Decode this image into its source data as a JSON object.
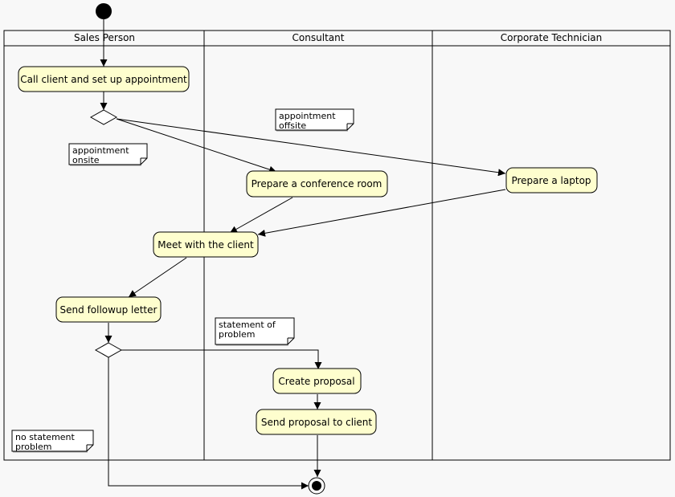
{
  "diagram": {
    "lanes": [
      {
        "id": "sales",
        "title": "Sales Person"
      },
      {
        "id": "consultant",
        "title": "Consultant"
      },
      {
        "id": "tech",
        "title": "Corporate Technician"
      }
    ],
    "activities": [
      {
        "id": "call",
        "label": "Call client and set up appointment"
      },
      {
        "id": "conf",
        "label": "Prepare a conference room"
      },
      {
        "id": "laptop",
        "label": "Prepare a laptop"
      },
      {
        "id": "meet",
        "label": "Meet with the client"
      },
      {
        "id": "followup",
        "label": "Send followup letter"
      },
      {
        "id": "proposal",
        "label": "Create proposal"
      },
      {
        "id": "send",
        "label": "Send proposal to client"
      }
    ],
    "notes": [
      {
        "id": "onsite",
        "lines": [
          "appointment",
          "onsite"
        ]
      },
      {
        "id": "offsite",
        "lines": [
          "appointment",
          "offsite"
        ]
      },
      {
        "id": "statement",
        "lines": [
          "statement of",
          "problem"
        ]
      },
      {
        "id": "nostatement",
        "lines": [
          "no statement",
          "problem"
        ]
      }
    ],
    "colors": {
      "activity_fill": "#fefece",
      "line": "#000000",
      "note_fill": "#ffffff",
      "background": "#f8f8f8"
    }
  }
}
